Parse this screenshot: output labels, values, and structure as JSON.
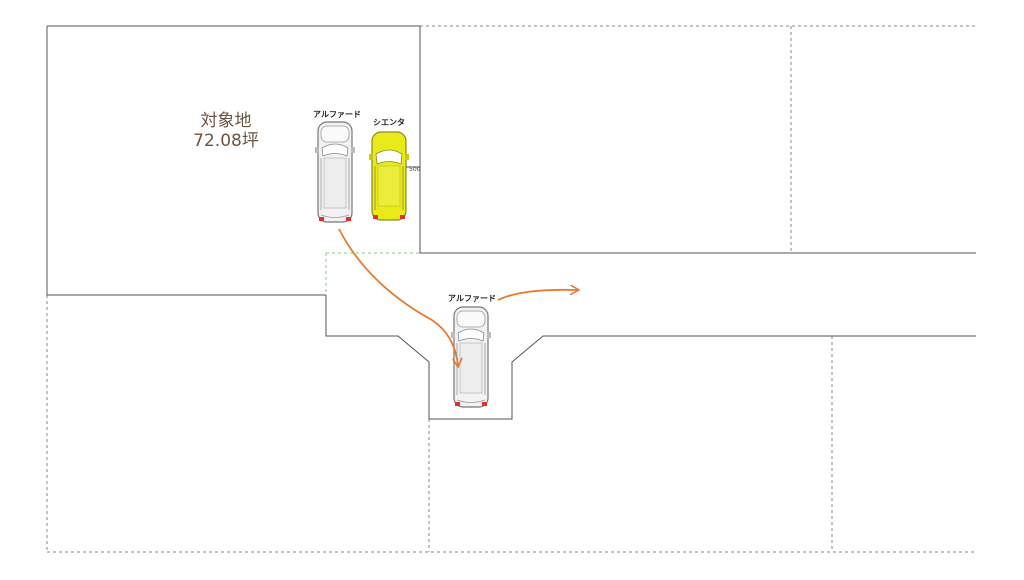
{
  "site": {
    "title": "対象地",
    "area": "72.08坪"
  },
  "cars": {
    "alphard_parked": "アルファード",
    "sienta": "シエンタ",
    "alphard_moving": "アルファード"
  },
  "dimension": {
    "gap": "500"
  },
  "colors": {
    "line": "#555555",
    "dashed": "#8a8a8a",
    "arrow": "#e67a35",
    "sienta_body": "#e8ea1a",
    "alphard_body": "#f2f2f2",
    "guide": "#7fd17f"
  }
}
